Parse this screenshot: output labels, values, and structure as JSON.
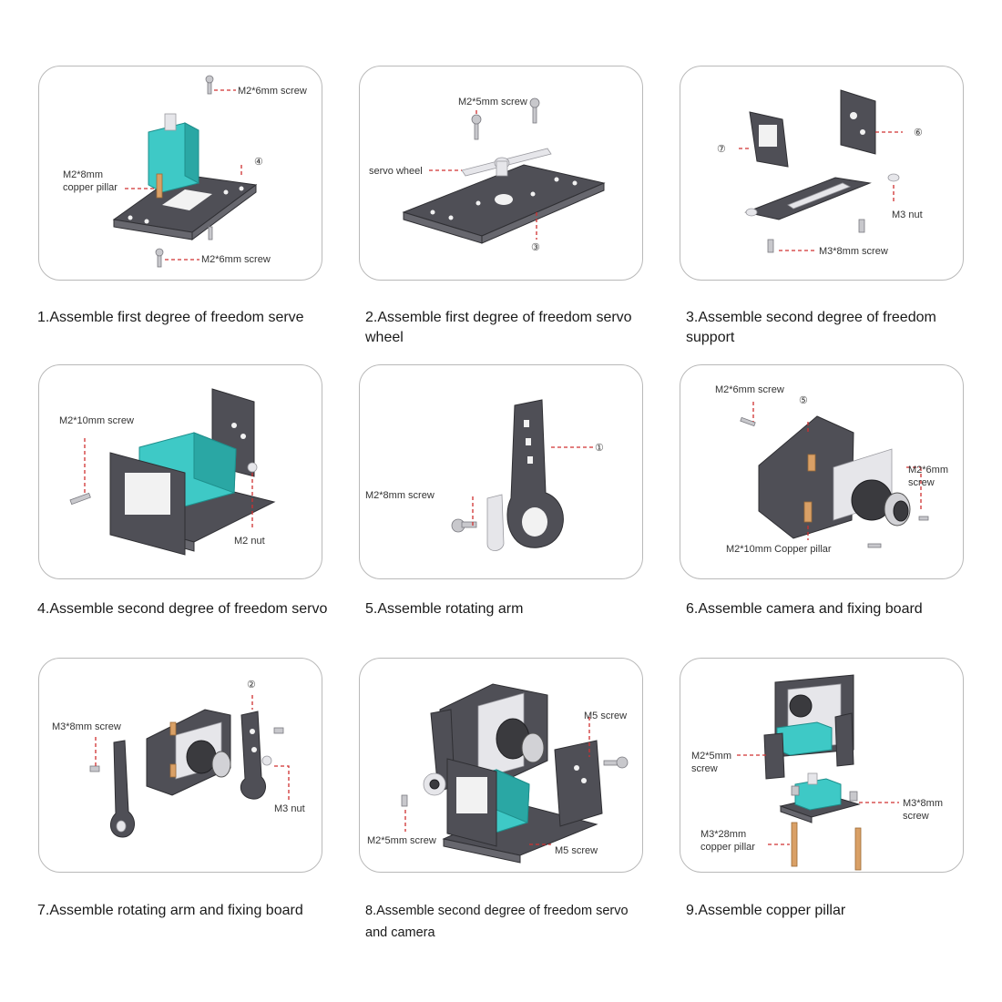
{
  "steps": [
    {
      "caption": "1.Assemble first degree of freedom serve",
      "labels": {
        "top_screw": "M2*6mm screw",
        "pillar": "M2*8mm\ncopper pillar",
        "part": "④",
        "bottom_screw": "M2*6mm screw"
      }
    },
    {
      "caption": "2.Assemble first degree of freedom servo wheel",
      "labels": {
        "screw": "M2*5mm screw",
        "wheel": "servo wheel",
        "part": "③"
      }
    },
    {
      "caption": "3.Assemble second degree of freedom support",
      "labels": {
        "part7": "⑦",
        "part6": "⑥",
        "nut": "M3 nut",
        "screw": "M3*8mm screw"
      }
    },
    {
      "caption": "4.Assemble second degree of freedom servo",
      "labels": {
        "screw": "M2*10mm screw",
        "nut": "M2 nut"
      }
    },
    {
      "caption": "5.Assemble rotating arm",
      "labels": {
        "part1": "①",
        "screw": "M2*8mm screw"
      }
    },
    {
      "caption": "6.Assemble camera and fixing board",
      "labels": {
        "screw_top": "M2*6mm screw",
        "part5": "⑤",
        "screw_right": "M2*6mm\nscrew",
        "pillar": "M2*10mm Copper pillar"
      }
    },
    {
      "caption": "7.Assemble rotating arm and fixing board",
      "labels": {
        "part2": "②",
        "screw": "M3*8mm screw",
        "nut": "M3 nut"
      }
    },
    {
      "caption": "8.Assemble second degree of freedom servo and camera",
      "labels": {
        "m5_top": "M5 screw",
        "m2": "M2*5mm screw",
        "m5_bottom": "M5 screw"
      }
    },
    {
      "caption": "9.Assemble copper pillar",
      "labels": {
        "m2": "M2*5mm\nscrew",
        "m3": "M3*8mm\nscrew",
        "pillar": "M3*28mm\ncopper pillar"
      }
    }
  ]
}
